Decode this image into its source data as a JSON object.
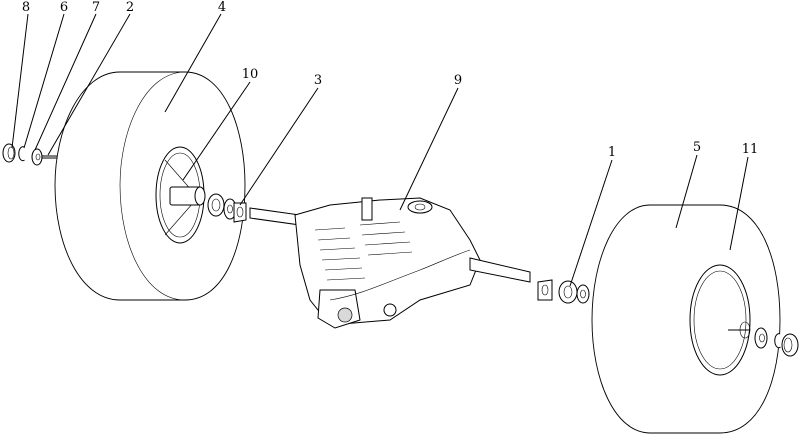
{
  "callouts": [
    {
      "id": "c8",
      "text": "8"
    },
    {
      "id": "c6",
      "text": "6"
    },
    {
      "id": "c7",
      "text": "7"
    },
    {
      "id": "c2",
      "text": "2"
    },
    {
      "id": "c4",
      "text": "4"
    },
    {
      "id": "c10",
      "text": "10"
    },
    {
      "id": "c3",
      "text": "3"
    },
    {
      "id": "c9",
      "text": "9"
    },
    {
      "id": "c1",
      "text": "1"
    },
    {
      "id": "c5",
      "text": "5"
    },
    {
      "id": "c11",
      "text": "11"
    }
  ]
}
